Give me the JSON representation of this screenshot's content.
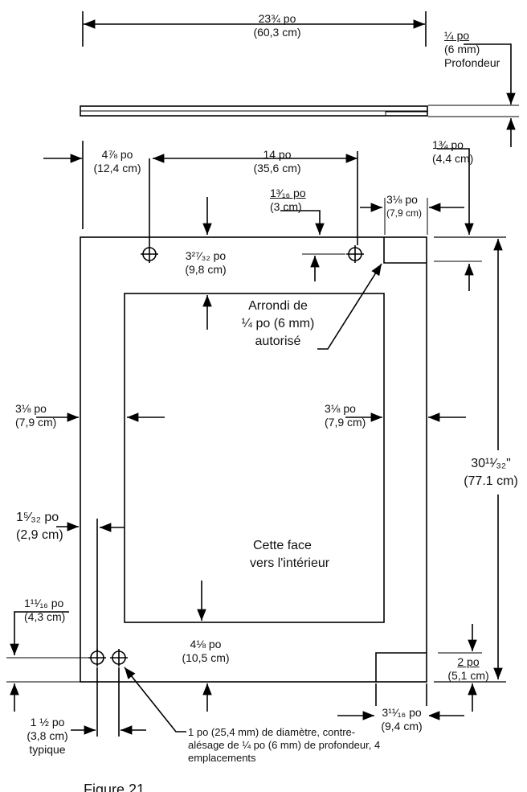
{
  "diagram": {
    "overall_width": {
      "imperial": "23¾ po",
      "metric": "(60,3 cm)"
    },
    "depth": {
      "imperial": "¼ po",
      "metric": "(6 mm)",
      "label": "Profondeur"
    },
    "hole_offset_left": {
      "imperial": "4⅞ po",
      "metric": "(12,4 cm)"
    },
    "hole_spacing": {
      "imperial": "14 po",
      "metric": "(35,6 cm)"
    },
    "top_right_margin": {
      "imperial": "1¾ po",
      "metric": "(4,4 cm)"
    },
    "hole_top_offset": {
      "imperial": "1³⁄₁₆ po",
      "metric": "(3 cm)"
    },
    "corner_notch_width": {
      "imperial": "3⅛ po",
      "metric": "(7,9 cm)"
    },
    "window_top_margin": {
      "imperial": "3²⁷⁄₃₂ po",
      "metric": "(9,8 cm)"
    },
    "corner_radius_note": {
      "line1": "Arrondi de",
      "line2": "¼ po (6 mm)",
      "line3": "autorisé"
    },
    "left_margin": {
      "imperial": "3⅛ po",
      "metric": "(7,9 cm)"
    },
    "right_margin": {
      "imperial": "3⅛ po",
      "metric": "(7,9 cm)"
    },
    "overall_height": {
      "imperial": "30¹¹⁄₃₂\"",
      "metric": "(77.1 cm)"
    },
    "lower_hole_edge": {
      "imperial": "1⁵⁄₃₂ po",
      "metric": "(2,9 cm)"
    },
    "face_note": {
      "line1": "Cette face",
      "line2": "vers l'intérieur"
    },
    "bottom_hole_height": {
      "imperial": "1¹¹⁄₁₆ po",
      "metric": "(4,3 cm)"
    },
    "window_bottom_margin": {
      "imperial": "4⅛ po",
      "metric": "(10,5 cm)"
    },
    "bottom_notch_height": {
      "imperial": "2 po",
      "metric": "(5,1 cm)"
    },
    "bottom_notch_width": {
      "imperial": "3¹¹⁄₁₆ po",
      "metric": "(9,4 cm)"
    },
    "hole_pitch": {
      "imperial": "1 ½ po",
      "metric": "(3,8 cm)",
      "qualifier": "typique"
    },
    "hole_spec": "1 po (25,4 mm) de diamètre, contre-alésage de ¼ po (6 mm) de profondeur, 4 emplacements",
    "figure_caption": "Figure 21"
  }
}
